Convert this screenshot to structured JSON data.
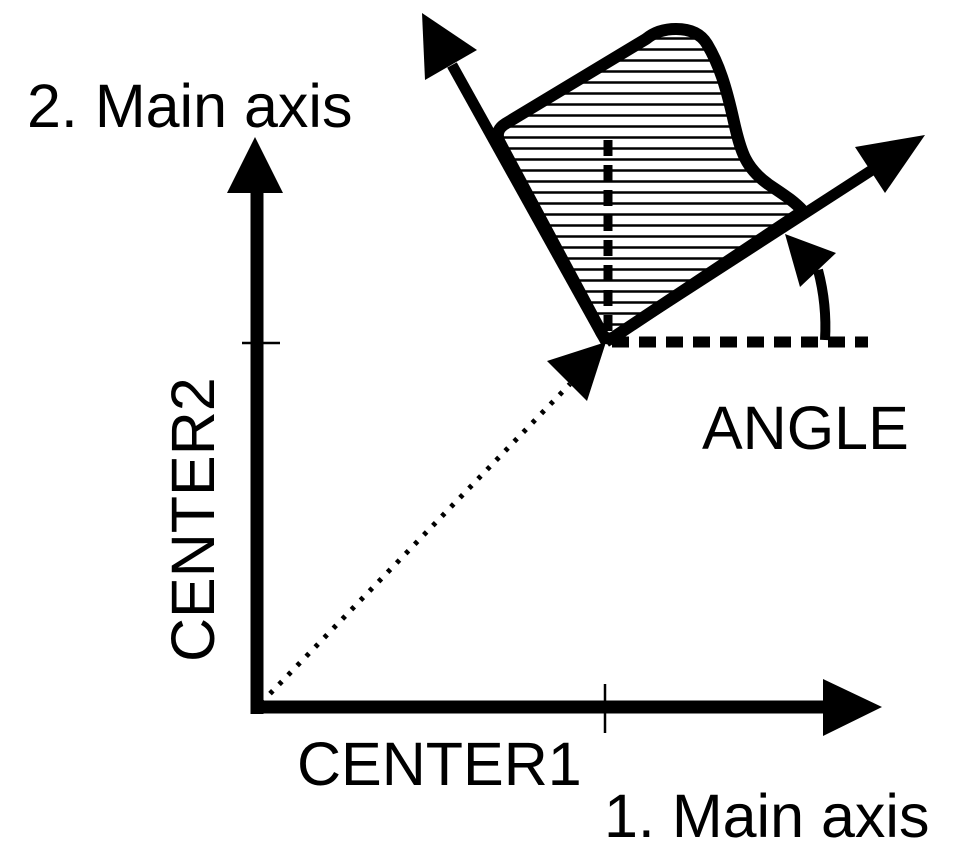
{
  "colors": {
    "ink": "#000000",
    "background": "#ffffff"
  },
  "labels": {
    "axis2_main": "2. Main axis",
    "axis1_main": "1. Main axis",
    "center1": "CENTER1",
    "center2": "CENTER2",
    "angle": "ANGLE"
  }
}
